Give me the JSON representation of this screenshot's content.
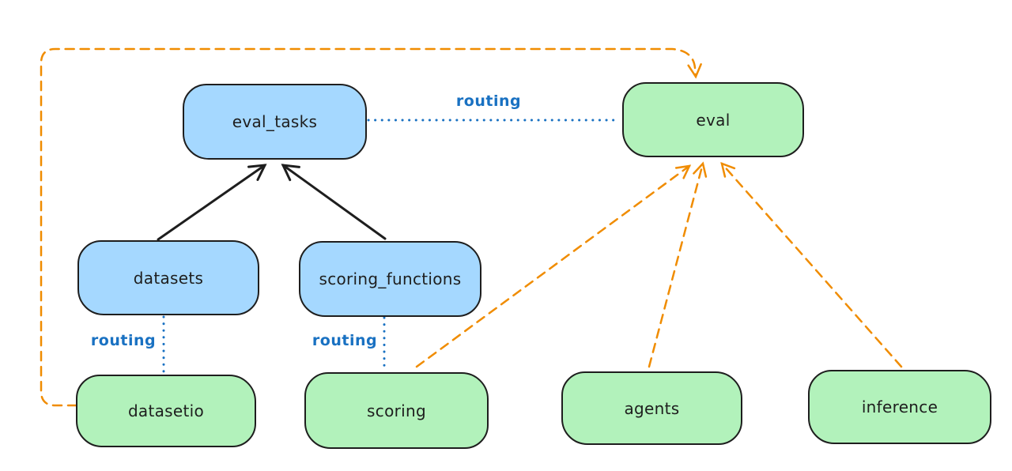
{
  "diagram": {
    "background": "#ffffff",
    "colors": {
      "node_stroke": "#1e1e1e",
      "blue_node_fill": "#a5d8ff",
      "green_node_fill": "#b2f2bb",
      "routing_blue": "#1971c2",
      "orange_dashed": "#f08c00"
    },
    "nodes": [
      {
        "id": "eval_tasks",
        "label": "eval_tasks",
        "color": "blue"
      },
      {
        "id": "eval",
        "label": "eval",
        "color": "green"
      },
      {
        "id": "datasets",
        "label": "datasets",
        "color": "blue"
      },
      {
        "id": "scoring_functions",
        "label": "scoring_functions",
        "color": "blue"
      },
      {
        "id": "datasetio",
        "label": "datasetio",
        "color": "green"
      },
      {
        "id": "scoring",
        "label": "scoring",
        "color": "green"
      },
      {
        "id": "agents",
        "label": "agents",
        "color": "green"
      },
      {
        "id": "inference",
        "label": "inference",
        "color": "green"
      }
    ],
    "edges": [
      {
        "from": "datasets",
        "to": "eval_tasks",
        "style": "solid-black-arrow",
        "label": ""
      },
      {
        "from": "scoring_functions",
        "to": "eval_tasks",
        "style": "solid-black-arrow",
        "label": ""
      },
      {
        "from": "eval_tasks",
        "to": "eval",
        "style": "dotted-blue",
        "label": "routing"
      },
      {
        "from": "datasets",
        "to": "datasetio",
        "style": "dotted-blue",
        "label": "routing"
      },
      {
        "from": "scoring_functions",
        "to": "scoring",
        "style": "dotted-blue",
        "label": "routing"
      },
      {
        "from": "datasetio",
        "to": "eval",
        "style": "dashed-orange-arrow",
        "label": ""
      },
      {
        "from": "scoring",
        "to": "eval",
        "style": "dashed-orange-arrow",
        "label": ""
      },
      {
        "from": "agents",
        "to": "eval",
        "style": "dashed-orange-arrow",
        "label": ""
      },
      {
        "from": "inference",
        "to": "eval",
        "style": "dashed-orange-arrow",
        "label": ""
      }
    ]
  }
}
